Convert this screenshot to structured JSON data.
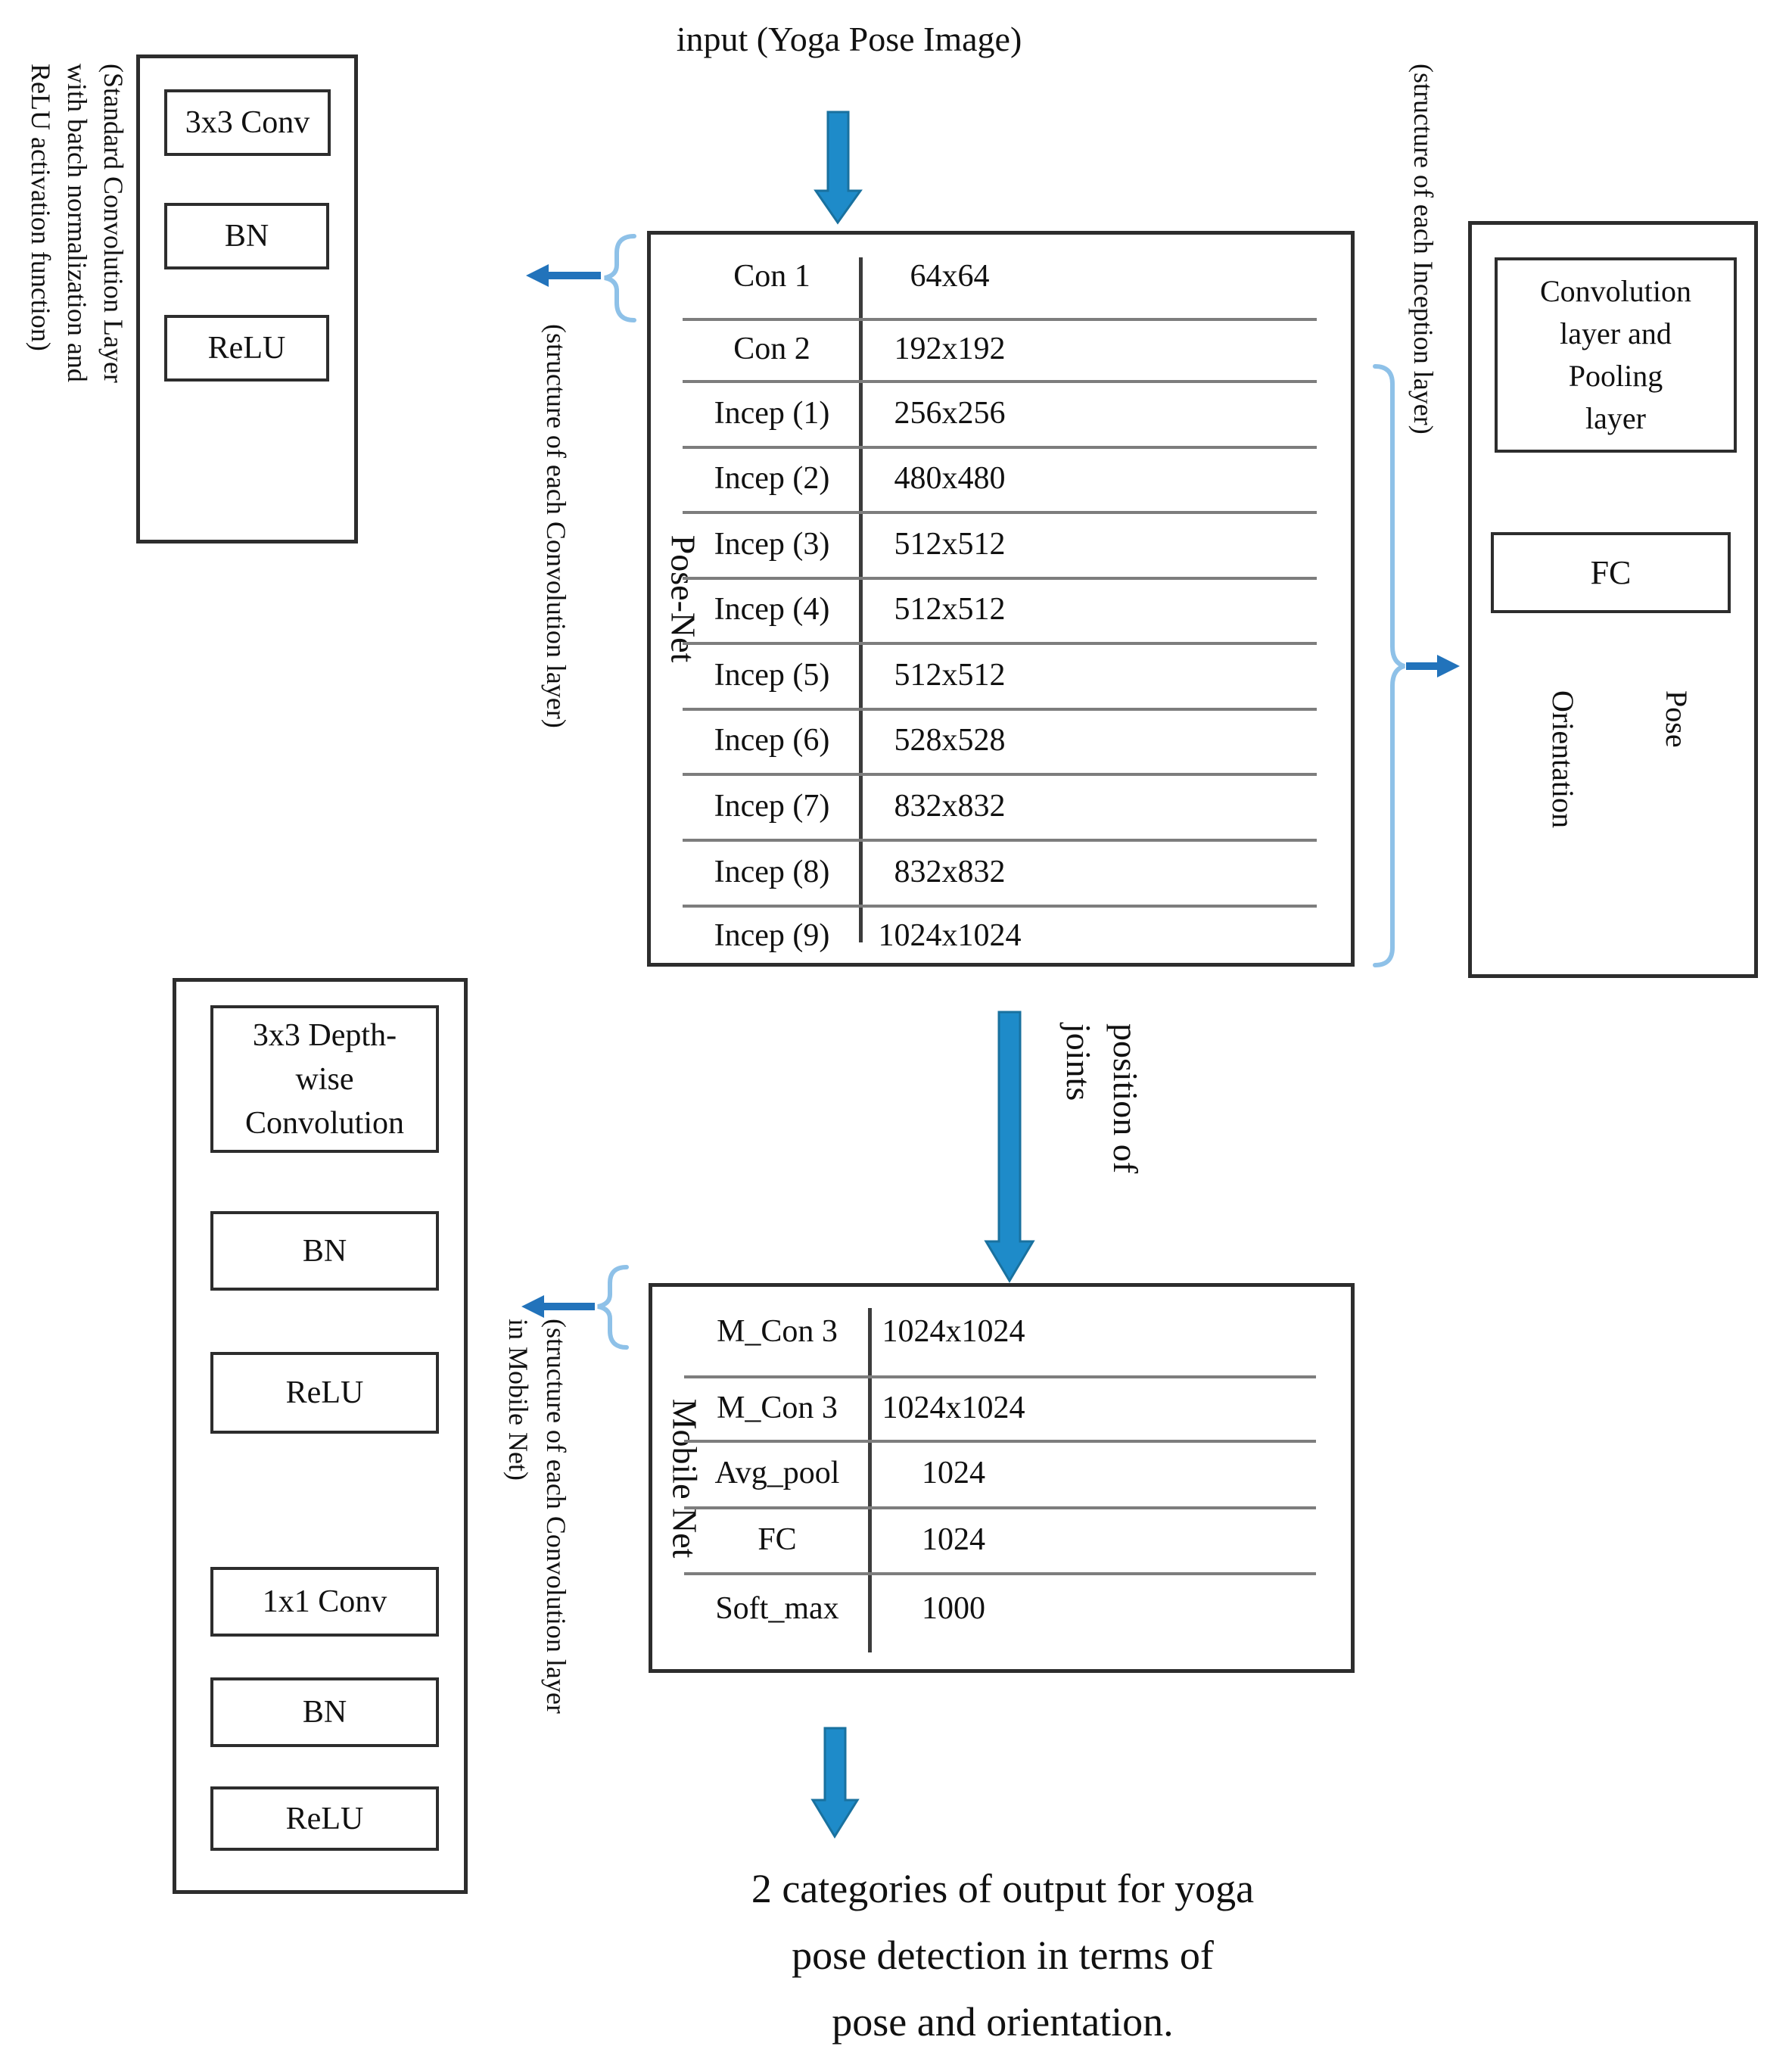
{
  "figure": {
    "title": "input (Yoga Pose Image)",
    "position_of_joints": "position of\njoints",
    "output_caption": "2 categories of output for yoga\npose detection in terms of\npose and orientation."
  },
  "std_conv_group": {
    "caption": "(Standard Convolution Layer\nwith batch normalization and\nReLU activation function)",
    "items": [
      "3x3 Conv",
      "BN",
      "ReLU"
    ]
  },
  "posenet": {
    "name": "Pose-Net",
    "brace_caption": "(structure of each Convolution layer)",
    "rows": [
      {
        "layer": "Con 1",
        "size": "64x64"
      },
      {
        "layer": "Con 2",
        "size": "192x192"
      },
      {
        "layer": "Incep (1)",
        "size": "256x256"
      },
      {
        "layer": "Incep (2)",
        "size": "480x480"
      },
      {
        "layer": "Incep (3)",
        "size": "512x512"
      },
      {
        "layer": "Incep (4)",
        "size": "512x512"
      },
      {
        "layer": "Incep (5)",
        "size": "512x512"
      },
      {
        "layer": "Incep (6)",
        "size": "528x528"
      },
      {
        "layer": "Incep (7)",
        "size": "832x832"
      },
      {
        "layer": "Incep (8)",
        "size": "832x832"
      },
      {
        "layer": "Incep (9)",
        "size": "1024x1024"
      }
    ]
  },
  "inception_group": {
    "caption": "(structure of each Inception layer)",
    "conv_pool": "Convolution\nlayer and\nPooling\nlayer",
    "fc": "FC",
    "outputs": [
      "Orientation",
      "Pose"
    ]
  },
  "mobilenet": {
    "name": "Mobile Net",
    "brace_caption": "(structure of each Convolution layer\nin Mobile Net)",
    "rows": [
      {
        "layer": "M_Con 3",
        "size": "1024x1024"
      },
      {
        "layer": "M_Con 3",
        "size": "1024x1024"
      },
      {
        "layer": "Avg_pool",
        "size": "1024"
      },
      {
        "layer": "FC",
        "size": "1024"
      },
      {
        "layer": "Soft_max",
        "size": "1000"
      }
    ]
  },
  "mobile_conv_group": {
    "items": [
      "3x3 Depth-\nwise\nConvolution",
      "BN",
      "ReLU",
      "1x1 Conv",
      "BN",
      "ReLU"
    ]
  },
  "colors": {
    "big_arrow": "#1e8bc9",
    "small_arrow": "#5fa8dc",
    "connector_arrow": "#2273bb",
    "brace": "#8ec1e8"
  }
}
